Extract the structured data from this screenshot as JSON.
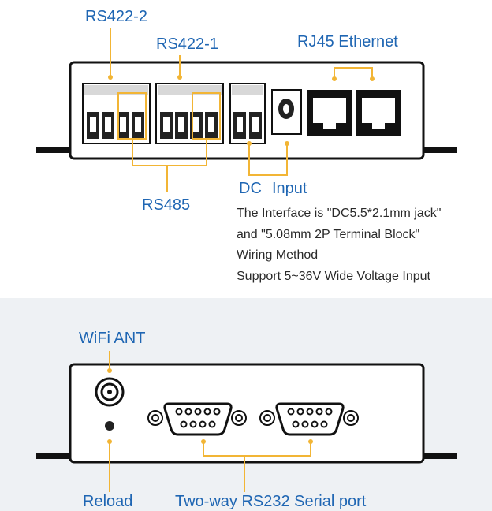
{
  "colors": {
    "label": "#1f66b3",
    "leader": "#f2b535",
    "outline": "#111111",
    "bottom_panel_bg": "#eef1f4"
  },
  "labels": {
    "rs422_2": "RS422-2",
    "rs422_1": "RS422-1",
    "rj45": "RJ45 Ethernet",
    "dc": "DC",
    "input": "Input",
    "rs485": "RS485",
    "wifi_ant": "WiFi ANT",
    "reload": "Reload",
    "rs232": "Two-way RS232 Serial port"
  },
  "notes": [
    "The Interface is \"DC5.5*2.1mm jack\"",
    "and \"5.08mm 2P Terminal Block\"",
    "Wiring Method",
    "Support 5~36V Wide Voltage Input"
  ]
}
